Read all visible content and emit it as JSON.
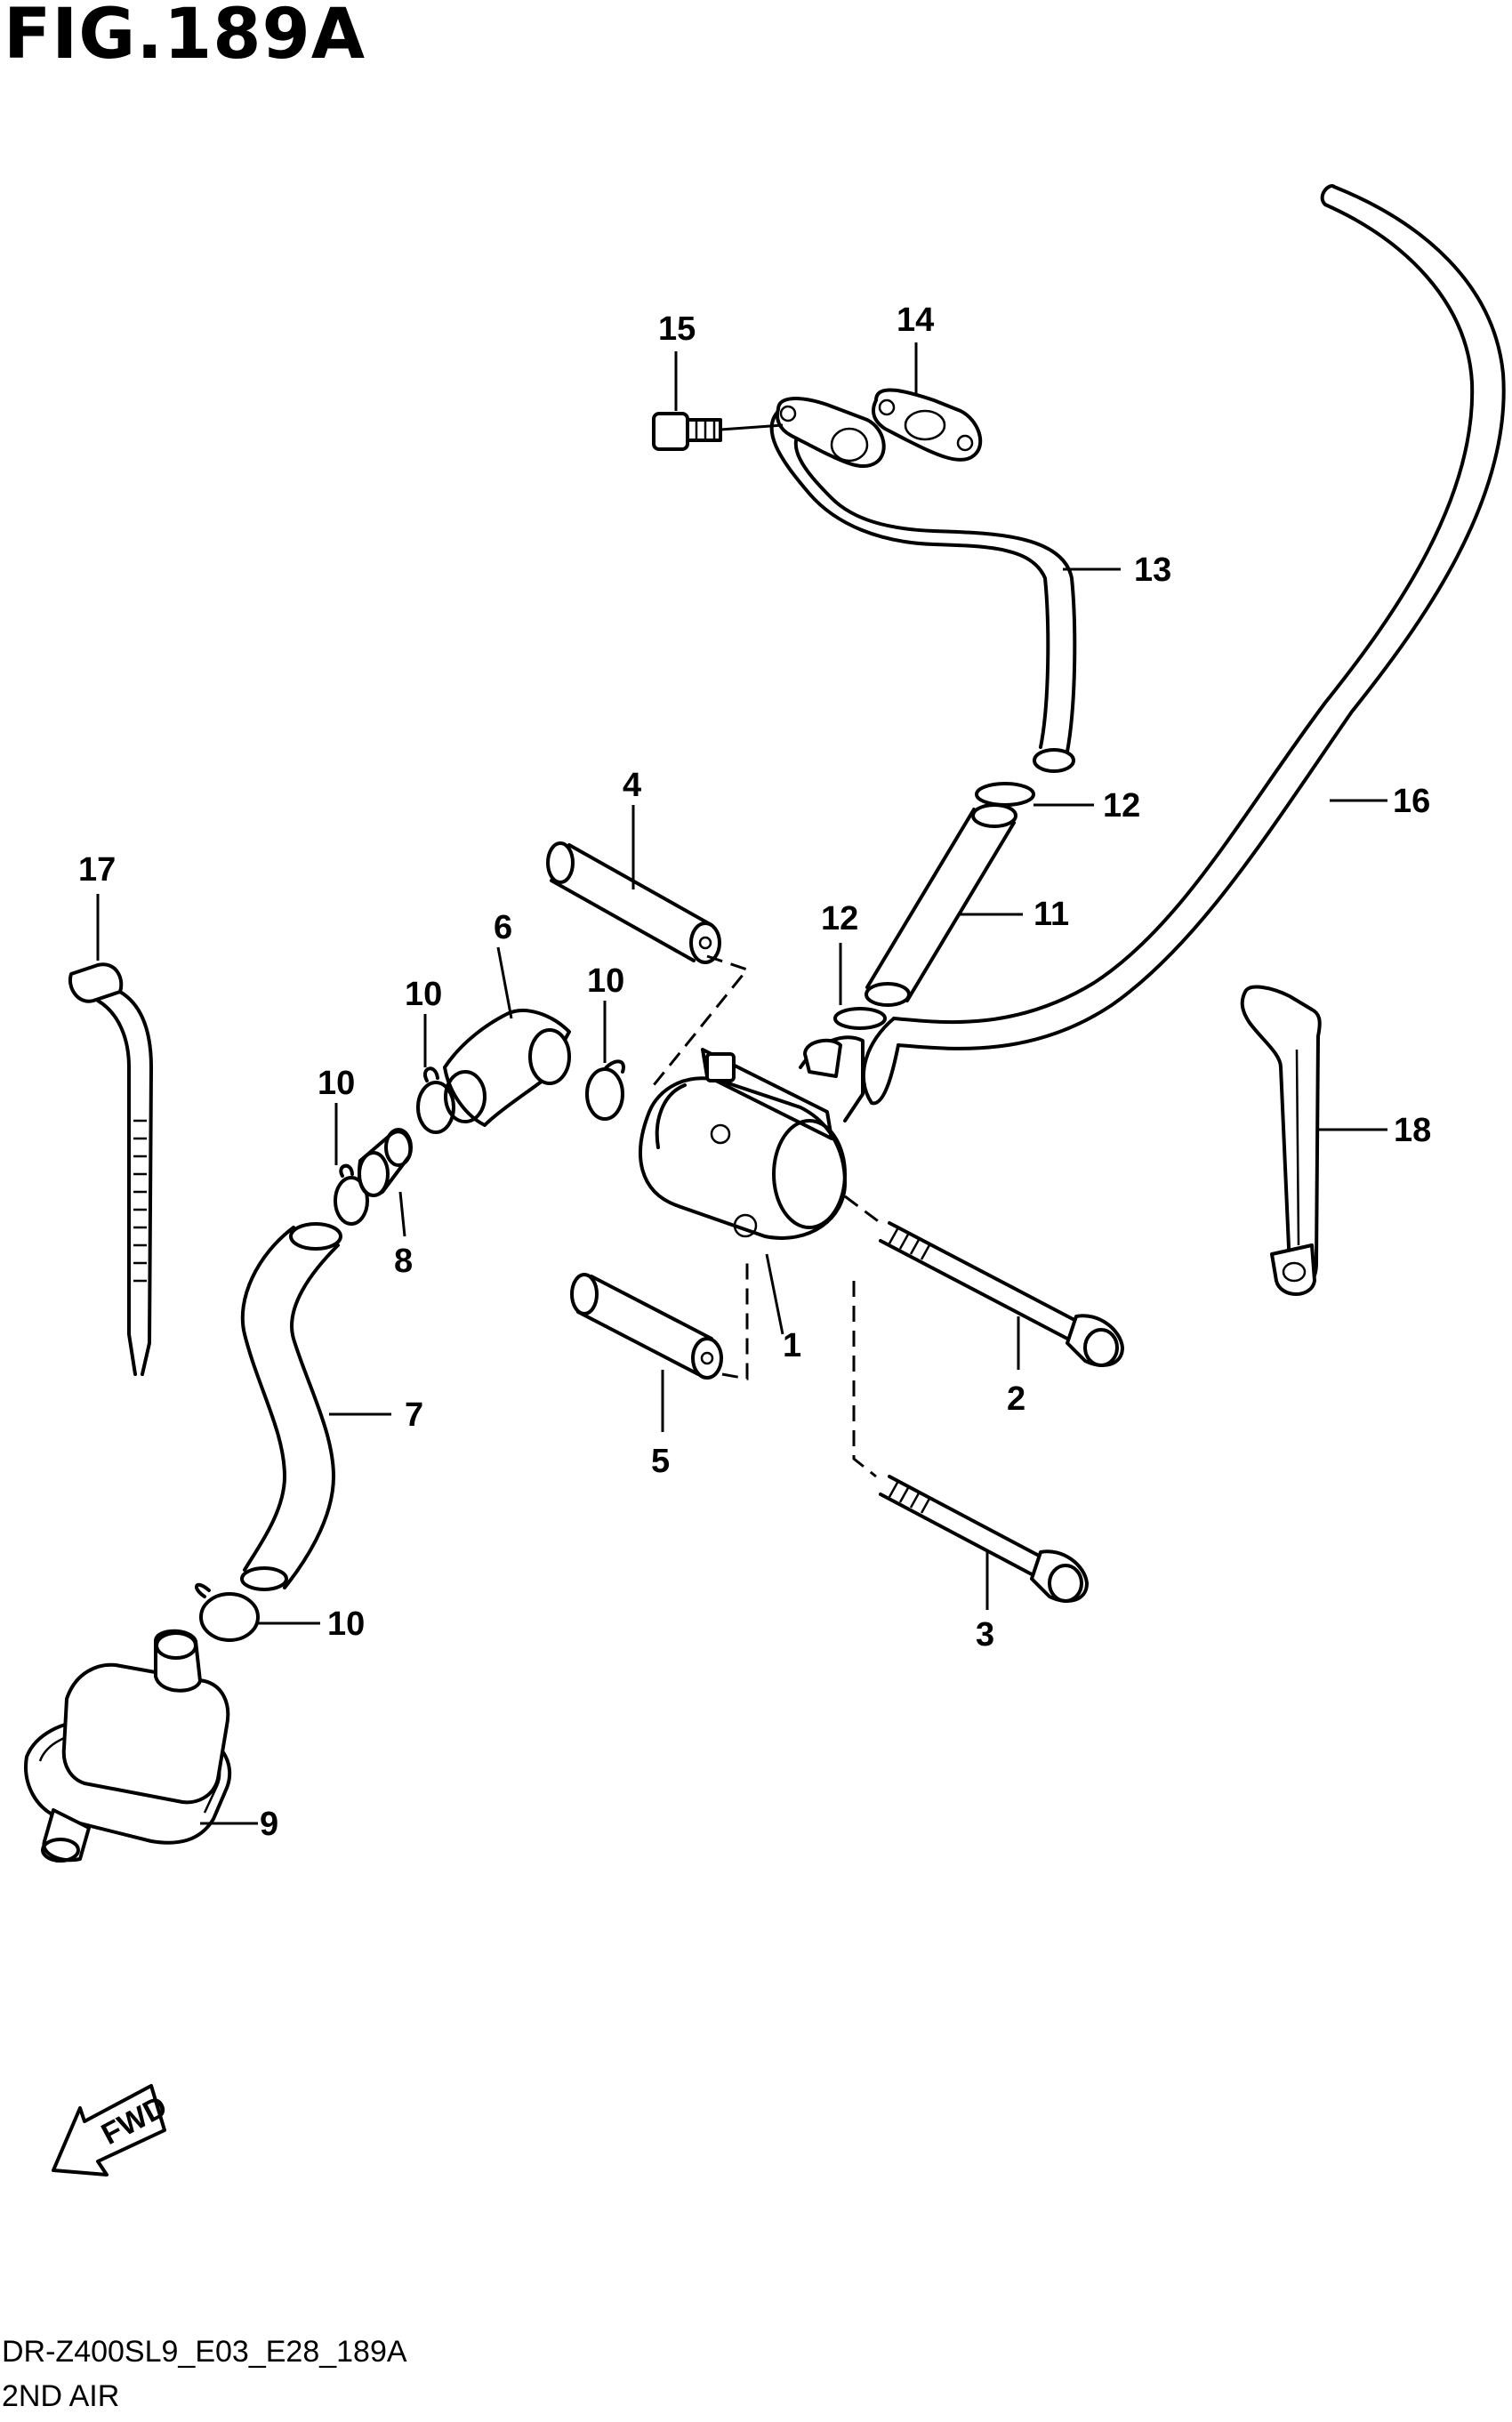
{
  "figure": {
    "title": "FIG.189A",
    "model_code": "DR-Z400SL9_E03_E28_189A",
    "name": "2ND AIR",
    "fwd_label": "FWD"
  },
  "callouts": [
    "1",
    "2",
    "3",
    "4",
    "5",
    "6",
    "7",
    "8",
    "9",
    "10",
    "10",
    "10",
    "10",
    "11",
    "12",
    "12",
    "13",
    "14",
    "15",
    "16",
    "17",
    "18"
  ],
  "colors": {
    "line": "#000000",
    "background": "#ffffff"
  }
}
